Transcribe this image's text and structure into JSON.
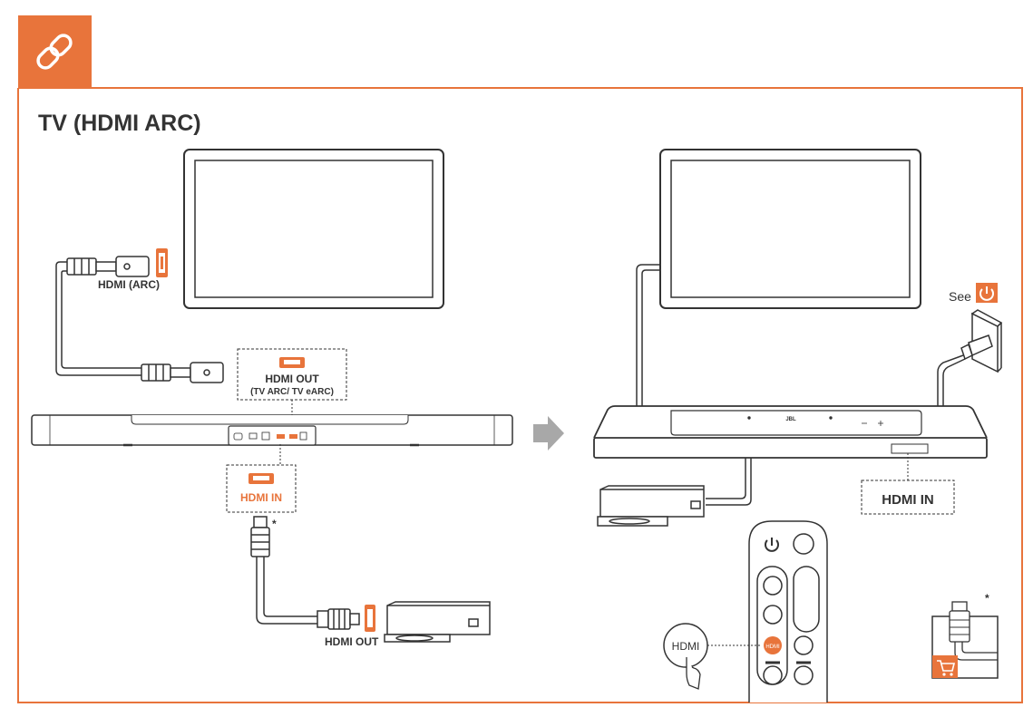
{
  "section": {
    "title": "TV (HDMI ARC)",
    "header_icon": "link-icon"
  },
  "left": {
    "tv_port_label": "HDMI (ARC)",
    "soundbar_out_label": "HDMI OUT",
    "soundbar_out_sub": "(TV ARC/ TV eARC)",
    "soundbar_in_label": "HDMI IN",
    "cable_note": "*",
    "player_port_label": "HDMI OUT"
  },
  "right": {
    "see_label": "See",
    "see_icon": "power-icon",
    "brand_logo": "JBL",
    "hdmi_in_label": "HDMI IN",
    "remote_button_label": "HDMI",
    "cable_note": "*",
    "shop_icon": "cart-icon"
  },
  "colors": {
    "accent": "#e8743b",
    "line": "#333333",
    "gray_arrow": "#a8a8a8"
  }
}
